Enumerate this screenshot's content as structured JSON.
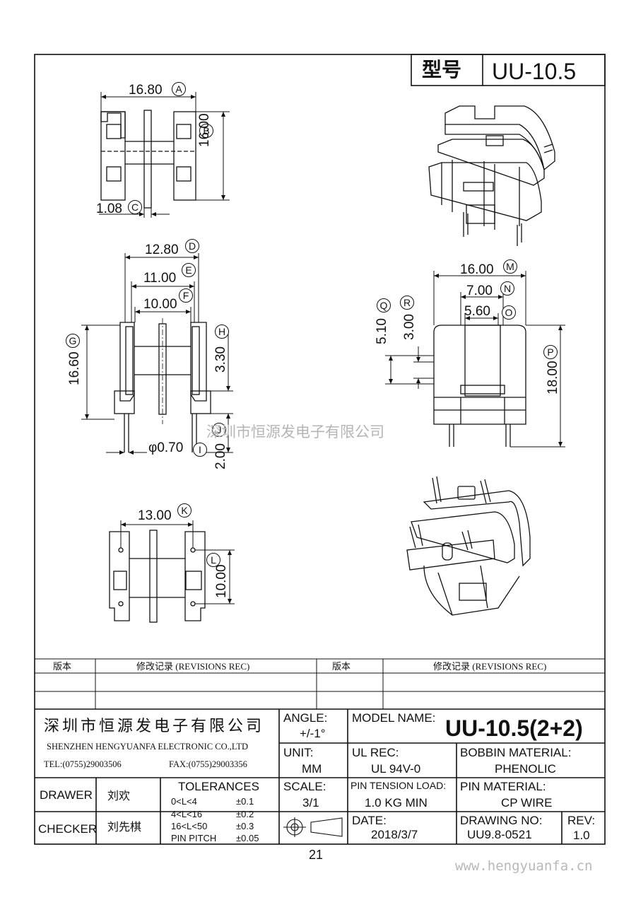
{
  "header": {
    "label": "型号",
    "model": "UU-10.5"
  },
  "dimensions": {
    "a": "16.80",
    "b": "16.00",
    "c": "1.08",
    "d": "12.80",
    "e": "11.00",
    "f": "10.00",
    "g": "16.60",
    "h": "3.30",
    "i": "2.00",
    "pin_dia": "φ0.70",
    "j": "13.00",
    "l": "10.00",
    "m": "16.00",
    "n": "7.00",
    "o": "5.60",
    "q": "5.10",
    "r": "3.00",
    "p": "18.00"
  },
  "callouts": [
    "A",
    "B",
    "C",
    "D",
    "E",
    "F",
    "G",
    "H",
    "I",
    "J",
    "K",
    "L",
    "M",
    "N",
    "O",
    "P",
    "Q",
    "R"
  ],
  "watermark_center": "深圳市恒源发电子有限公司",
  "revisions": {
    "col1": "版本",
    "col2": "修改记录 (REVISIONS REC)",
    "col3": "版本",
    "col4": "修改记录 (REVISIONS REC)"
  },
  "company": {
    "name_cn": "深圳市恒源发电子有限公司",
    "name_en": "SHENZHEN HENGYUANFA ELECTRONIC CO.,LTD",
    "tel": "TEL:(0755)29003506",
    "fax": "FAX:(0755)29003356"
  },
  "title_block": {
    "angle_label": "ANGLE:",
    "angle_value": "+/-1°",
    "model_label": "MODEL NAME:",
    "model_value": "UU-10.5(2+2)",
    "unit_label": "UNIT:",
    "unit_value": "MM",
    "ul_label": "UL REC:",
    "ul_value": "UL 94V-0",
    "bobbin_label": "BOBBIN MATERIAL:",
    "bobbin_value": "PHENOLIC",
    "drawer_label": "DRAWER",
    "drawer_value": "刘欢",
    "checker_label": "CHECKER",
    "checker_value": "刘先棋",
    "tol_label": "TOLERANCES",
    "tolerances": [
      {
        "range": "0<L<4",
        "tol": "±0.1"
      },
      {
        "range": "4<L<16",
        "tol": "±0.2"
      },
      {
        "range": "16<L<50",
        "tol": "±0.3"
      },
      {
        "range": "PIN PITCH",
        "tol": "±0.05"
      }
    ],
    "scale_label": "SCALE:",
    "scale_value": "3/1",
    "pin_tension_label": "PIN TENSION LOAD:",
    "pin_tension_value": "1.0 KG MIN",
    "pin_material_label": "PIN MATERIAL:",
    "pin_material_value": "CP WIRE",
    "date_label": "DATE:",
    "date_value": "2018/3/7",
    "drawing_no_label": "DRAWING NO:",
    "drawing_no_value": "UU9.8-0521",
    "rev_label": "REV:",
    "rev_value": "1.0"
  },
  "page_number": "21",
  "website": "www.hengyuanfa.cn"
}
